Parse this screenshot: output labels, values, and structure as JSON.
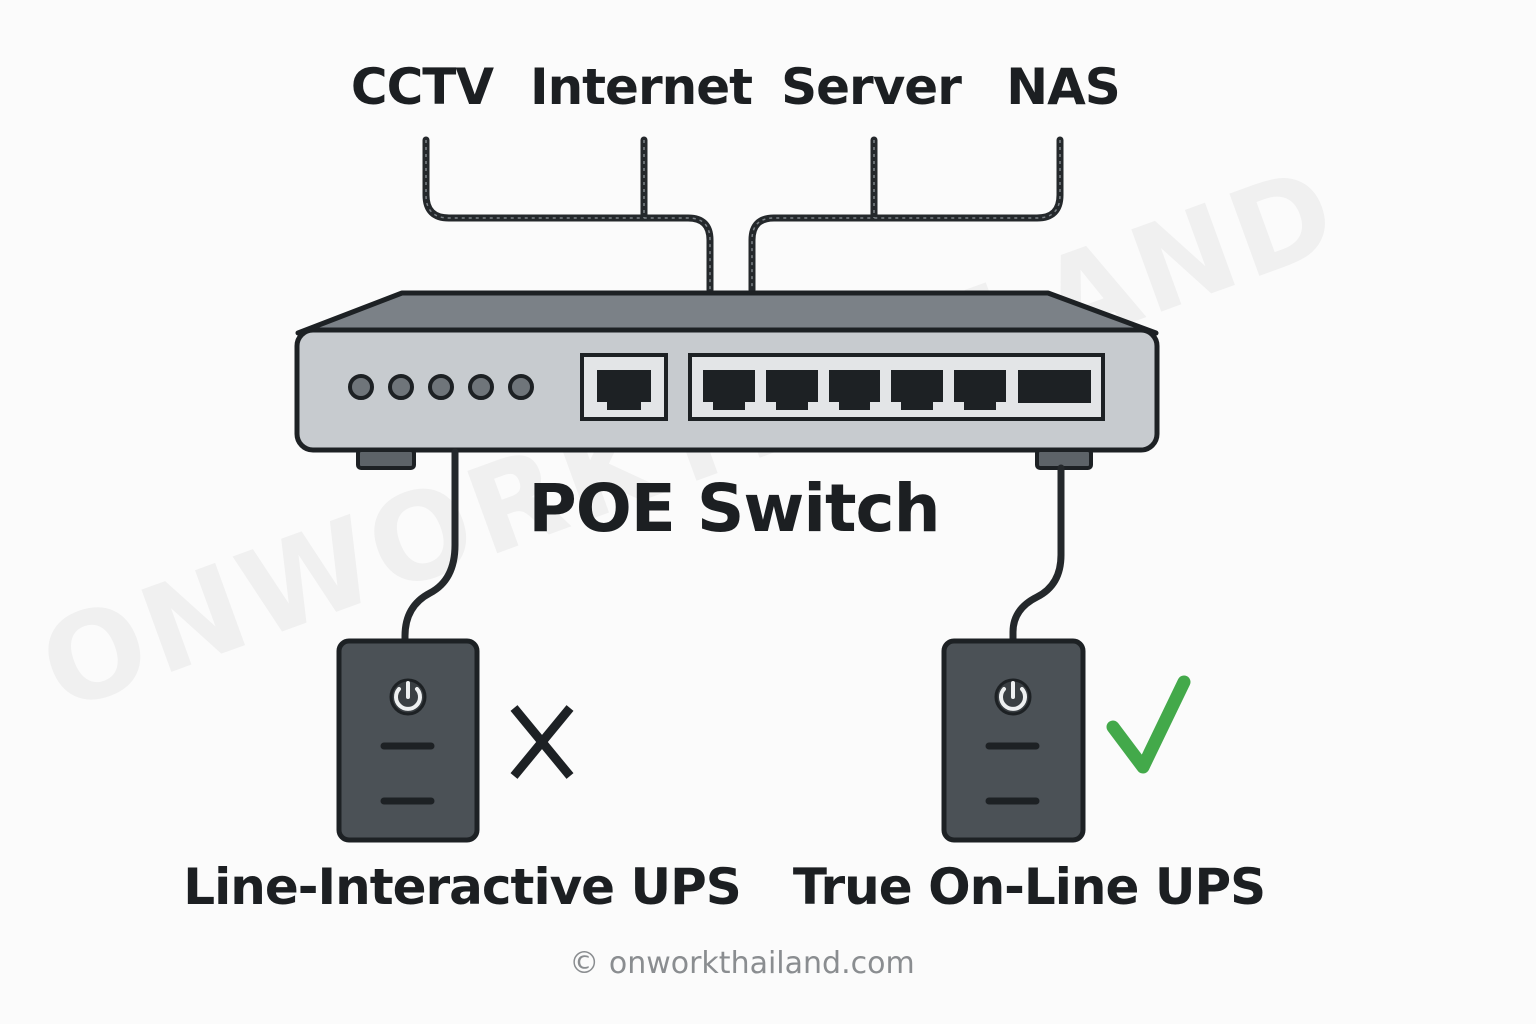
{
  "nodes": {
    "top": [
      {
        "label": "CCTV"
      },
      {
        "label": "Internet"
      },
      {
        "label": "Server"
      },
      {
        "label": "NAS"
      }
    ],
    "switch": {
      "label": "POE Switch"
    },
    "ups": [
      {
        "label": "Line-Interactive UPS",
        "status": "not-recommended",
        "mark": "X",
        "icon": "cross-icon"
      },
      {
        "label": "True On-Line UPS",
        "status": "recommended",
        "mark": "✓",
        "icon": "check-icon"
      }
    ]
  },
  "watermark": "ONWORKTHAILAND",
  "copyright": "© onworkthailand.com",
  "colors": {
    "cable": "#24282b",
    "switch_body": "#c7cbcf",
    "switch_top": "#7b8187",
    "ups_body": "#4b5156",
    "check": "#43a94a",
    "outline": "#1d2124"
  }
}
